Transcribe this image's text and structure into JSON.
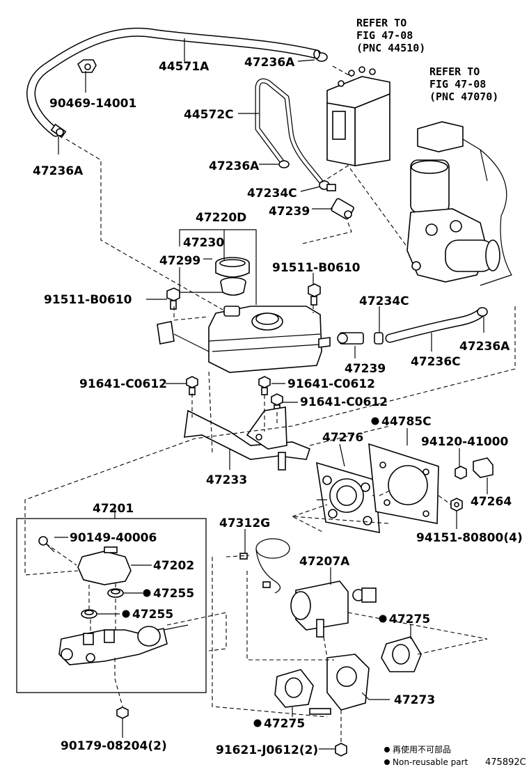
{
  "labels": {
    "p44571A": "44571A",
    "p47236A_top": "47236A",
    "p90469": "90469-14001",
    "p47236A_left": "47236A",
    "p44572C": "44572C",
    "p47236A_mid": "47236A",
    "p47234C_top": "47234C",
    "p47239_top": "47239",
    "p47220D": "47220D",
    "p47230": "47230",
    "p47299": "47299",
    "p91511_right": "91511-B0610",
    "p91511_left": "91511-B0610",
    "p47234C_right": "47234C",
    "p47236A_right": "47236A",
    "p47239_right": "47239",
    "p47236C": "47236C",
    "p91641_a": "91641-C0612",
    "p91641_b": "91641-C0612",
    "p91641_c": "91641-C0612",
    "p44785C": "44785C",
    "p47276": "47276",
    "p94120": "94120-41000",
    "p47233": "47233",
    "p47264": "47264",
    "p94151": "94151-80800(4)",
    "p47201": "47201",
    "p47312G": "47312G",
    "p90149": "90149-40006",
    "p47202": "47202",
    "p47207A": "47207A",
    "p47255_a": "47255",
    "p47255_b": "47255",
    "p47275_right": "47275",
    "p47273": "47273",
    "p47275_bottom": "47275",
    "p90179": "90179-08204(2)",
    "p91621": "91621-J0612(2)"
  },
  "refer1": [
    "REFER TO",
    "FIG 47-08",
    "(PNC 44510)"
  ],
  "refer2": [
    "REFER TO",
    "FIG 47-08",
    "(PNC 47070)"
  ],
  "legend": {
    "jp": "再使用不可部品",
    "en": "Non-reusable part"
  },
  "figure_id": "475892C"
}
